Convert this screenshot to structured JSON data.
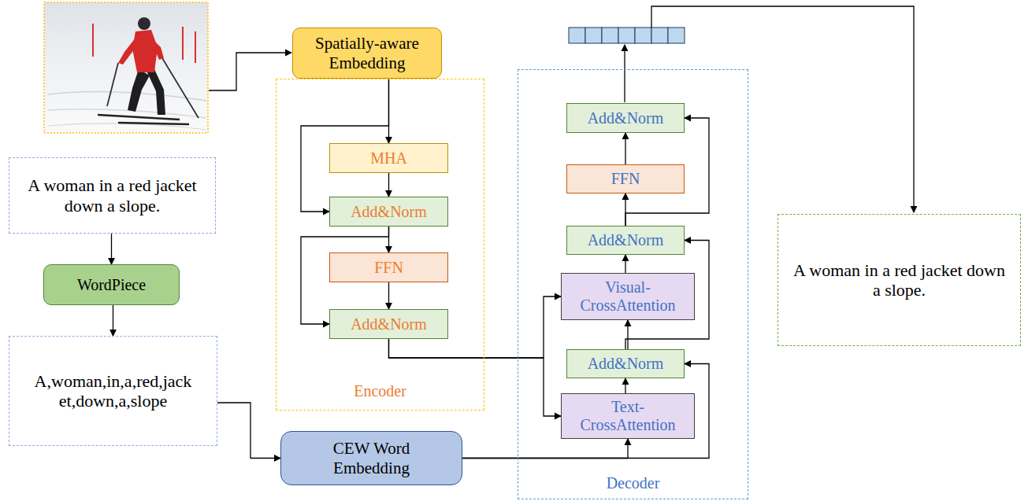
{
  "diagram": {
    "nodes": [
      {
        "text": [
          "Spatially-aware Embedding"
        ]
      },
      {
        "text": [
          "Encoder"
        ]
      },
      {
        "text": [
          "MHA"
        ],
        "in": 1
      },
      {
        "text": [
          "Add&Norm"
        ],
        "in": 1
      },
      {
        "text": [
          "FFN"
        ],
        "in": 1
      },
      {
        "text": [
          "Add&Norm"
        ],
        "in": 1
      },
      {
        "text": [
          "A woman in a red jacket down a slope."
        ]
      },
      {
        "text": [
          "WordPiece"
        ]
      },
      {
        "text": [
          "A,woman,in,a,red,jack et,down,a,slope"
        ]
      },
      {
        "text": [
          "CEW Word Embedding"
        ]
      },
      {
        "text": [
          "Decoder"
        ]
      },
      {
        "text": [
          "Add&Norm"
        ],
        "in": 10
      },
      {
        "text": [
          "FFN"
        ],
        "in": 10
      },
      {
        "text": [
          "Add&Norm"
        ],
        "in": 10
      },
      {
        "text": [
          "Visual- CrossAttention"
        ],
        "in": 10
      },
      {
        "text": [
          "Add&Norm"
        ],
        "in": 10
      },
      {
        "text": [
          "Text- CrossAttention"
        ],
        "in": 10
      },
      {
        "text": [
          "A woman in a red jacket down a slope."
        ]
      }
    ],
    "edges": [
      {
        "from": 0,
        "to": 2,
        "arrow": "to"
      },
      {
        "from": 0,
        "to": 3,
        "arrow": "to"
      },
      {
        "from": 2,
        "to": 3,
        "arrow": "to"
      },
      {
        "from": 3,
        "to": 4,
        "arrow": "to"
      },
      {
        "from": 3,
        "to": 5,
        "arrow": "to"
      },
      {
        "from": 4,
        "to": 5,
        "arrow": "to"
      },
      {
        "from": 5,
        "to": 14,
        "arrow": "to"
      },
      {
        "from": 5,
        "to": 16,
        "arrow": "to"
      },
      {
        "from": 6,
        "to": 7,
        "arrow": "to"
      },
      {
        "from": 7,
        "to": 8,
        "arrow": "to"
      },
      {
        "from": 8,
        "to": 9,
        "arrow": "to"
      },
      {
        "from": 9,
        "to": 16,
        "arrow": "to"
      },
      {
        "from": 9,
        "to": 15,
        "arrow": "to"
      },
      {
        "from": 16,
        "to": 15,
        "arrow": "to"
      },
      {
        "from": 15,
        "to": 14,
        "arrow": "to"
      },
      {
        "from": 15,
        "to": 13,
        "arrow": "to"
      },
      {
        "from": 14,
        "to": 13,
        "arrow": "to"
      },
      {
        "from": 13,
        "to": 12,
        "arrow": "to"
      },
      {
        "from": 13,
        "to": 11,
        "arrow": "to"
      },
      {
        "from": 12,
        "to": 11,
        "arrow": "to"
      }
    ]
  }
}
